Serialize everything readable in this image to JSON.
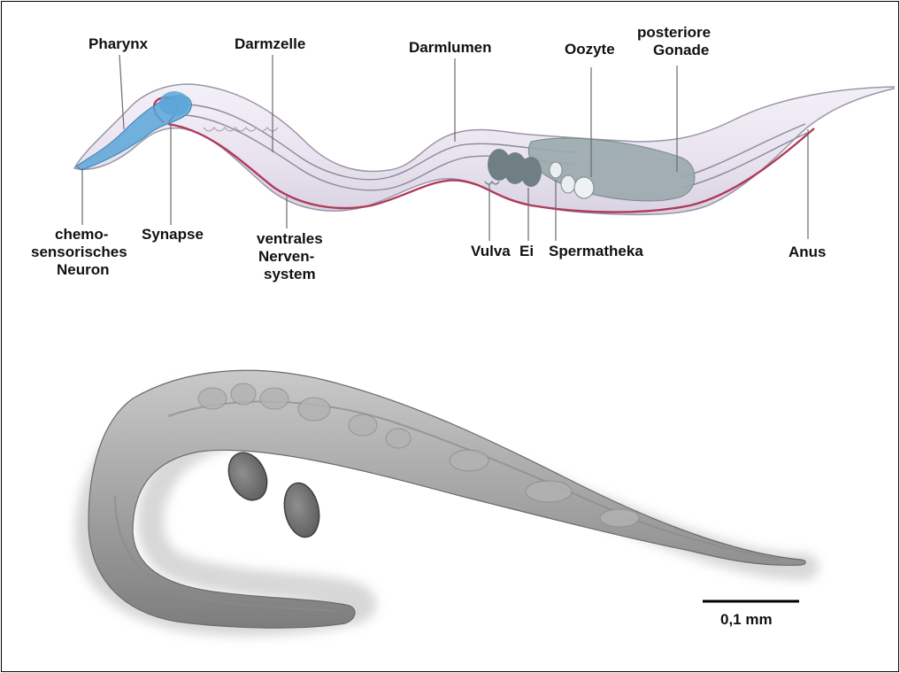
{
  "labels": {
    "pharynx": "Pharynx",
    "darmzelle": "Darmzelle",
    "darmlumen": "Darmlumen",
    "oozyte": "Oozyte",
    "gonade_1": "posteriore",
    "gonade_2": "Gonade",
    "chemo_1": "chemo-",
    "chemo_2": "sensorisches",
    "chemo_3": "Neuron",
    "synapse": "Synapse",
    "ventral_1": "ventrales",
    "ventral_2": "Nerven-",
    "ventral_3": "system",
    "vulva": "Vulva",
    "ei": "Ei",
    "spermatheka": "Spermatheka",
    "anus": "Anus"
  },
  "scale_bar": {
    "label": "0,1 mm"
  },
  "colors": {
    "body_fill": "#ece6f2",
    "body_outline": "#9a96a8",
    "ventral_nerve": "#b03a5b",
    "pharynx_blue": "#5aa6d8",
    "gonad_gray": "#9aa8ac",
    "egg_dark": "#6f7f84",
    "micrograph_gray": "#9a9a9a"
  }
}
